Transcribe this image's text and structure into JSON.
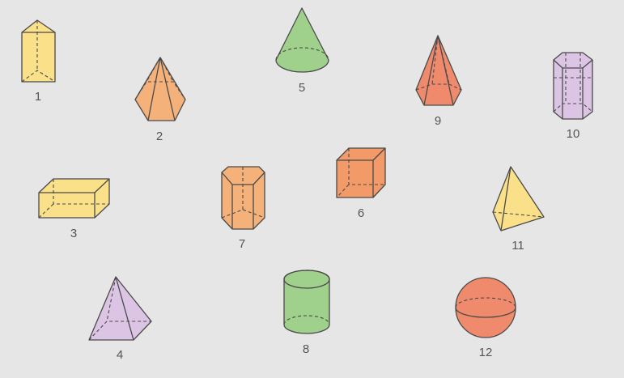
{
  "colors": {
    "background": "#e6e6e6",
    "yellow": "#fbe08a",
    "orange_light": "#f4b27a",
    "orange": "#f29a68",
    "salmon": "#ef8a6c",
    "green": "#9fd08c",
    "lilac": "#dcc5e4",
    "stroke": "#4a4a4a"
  },
  "shapes": [
    {
      "label": "1",
      "icon": "triangular-prism-icon",
      "color": "yellow"
    },
    {
      "label": "2",
      "icon": "hexagonal-pyramid-icon",
      "color": "orange_light"
    },
    {
      "label": "3",
      "icon": "rectangular-prism-icon",
      "color": "yellow"
    },
    {
      "label": "4",
      "icon": "square-pyramid-icon",
      "color": "lilac"
    },
    {
      "label": "5",
      "icon": "cone-icon",
      "color": "green"
    },
    {
      "label": "6",
      "icon": "cube-icon",
      "color": "orange"
    },
    {
      "label": "7",
      "icon": "pentagonal-prism-icon",
      "color": "orange_light"
    },
    {
      "label": "8",
      "icon": "cylinder-icon",
      "color": "green"
    },
    {
      "label": "9",
      "icon": "pentagonal-pyramid-icon",
      "color": "salmon"
    },
    {
      "label": "10",
      "icon": "hexagonal-prism-icon",
      "color": "lilac"
    },
    {
      "label": "11",
      "icon": "triangular-pyramid-icon",
      "color": "yellow"
    },
    {
      "label": "12",
      "icon": "sphere-icon",
      "color": "salmon"
    }
  ]
}
